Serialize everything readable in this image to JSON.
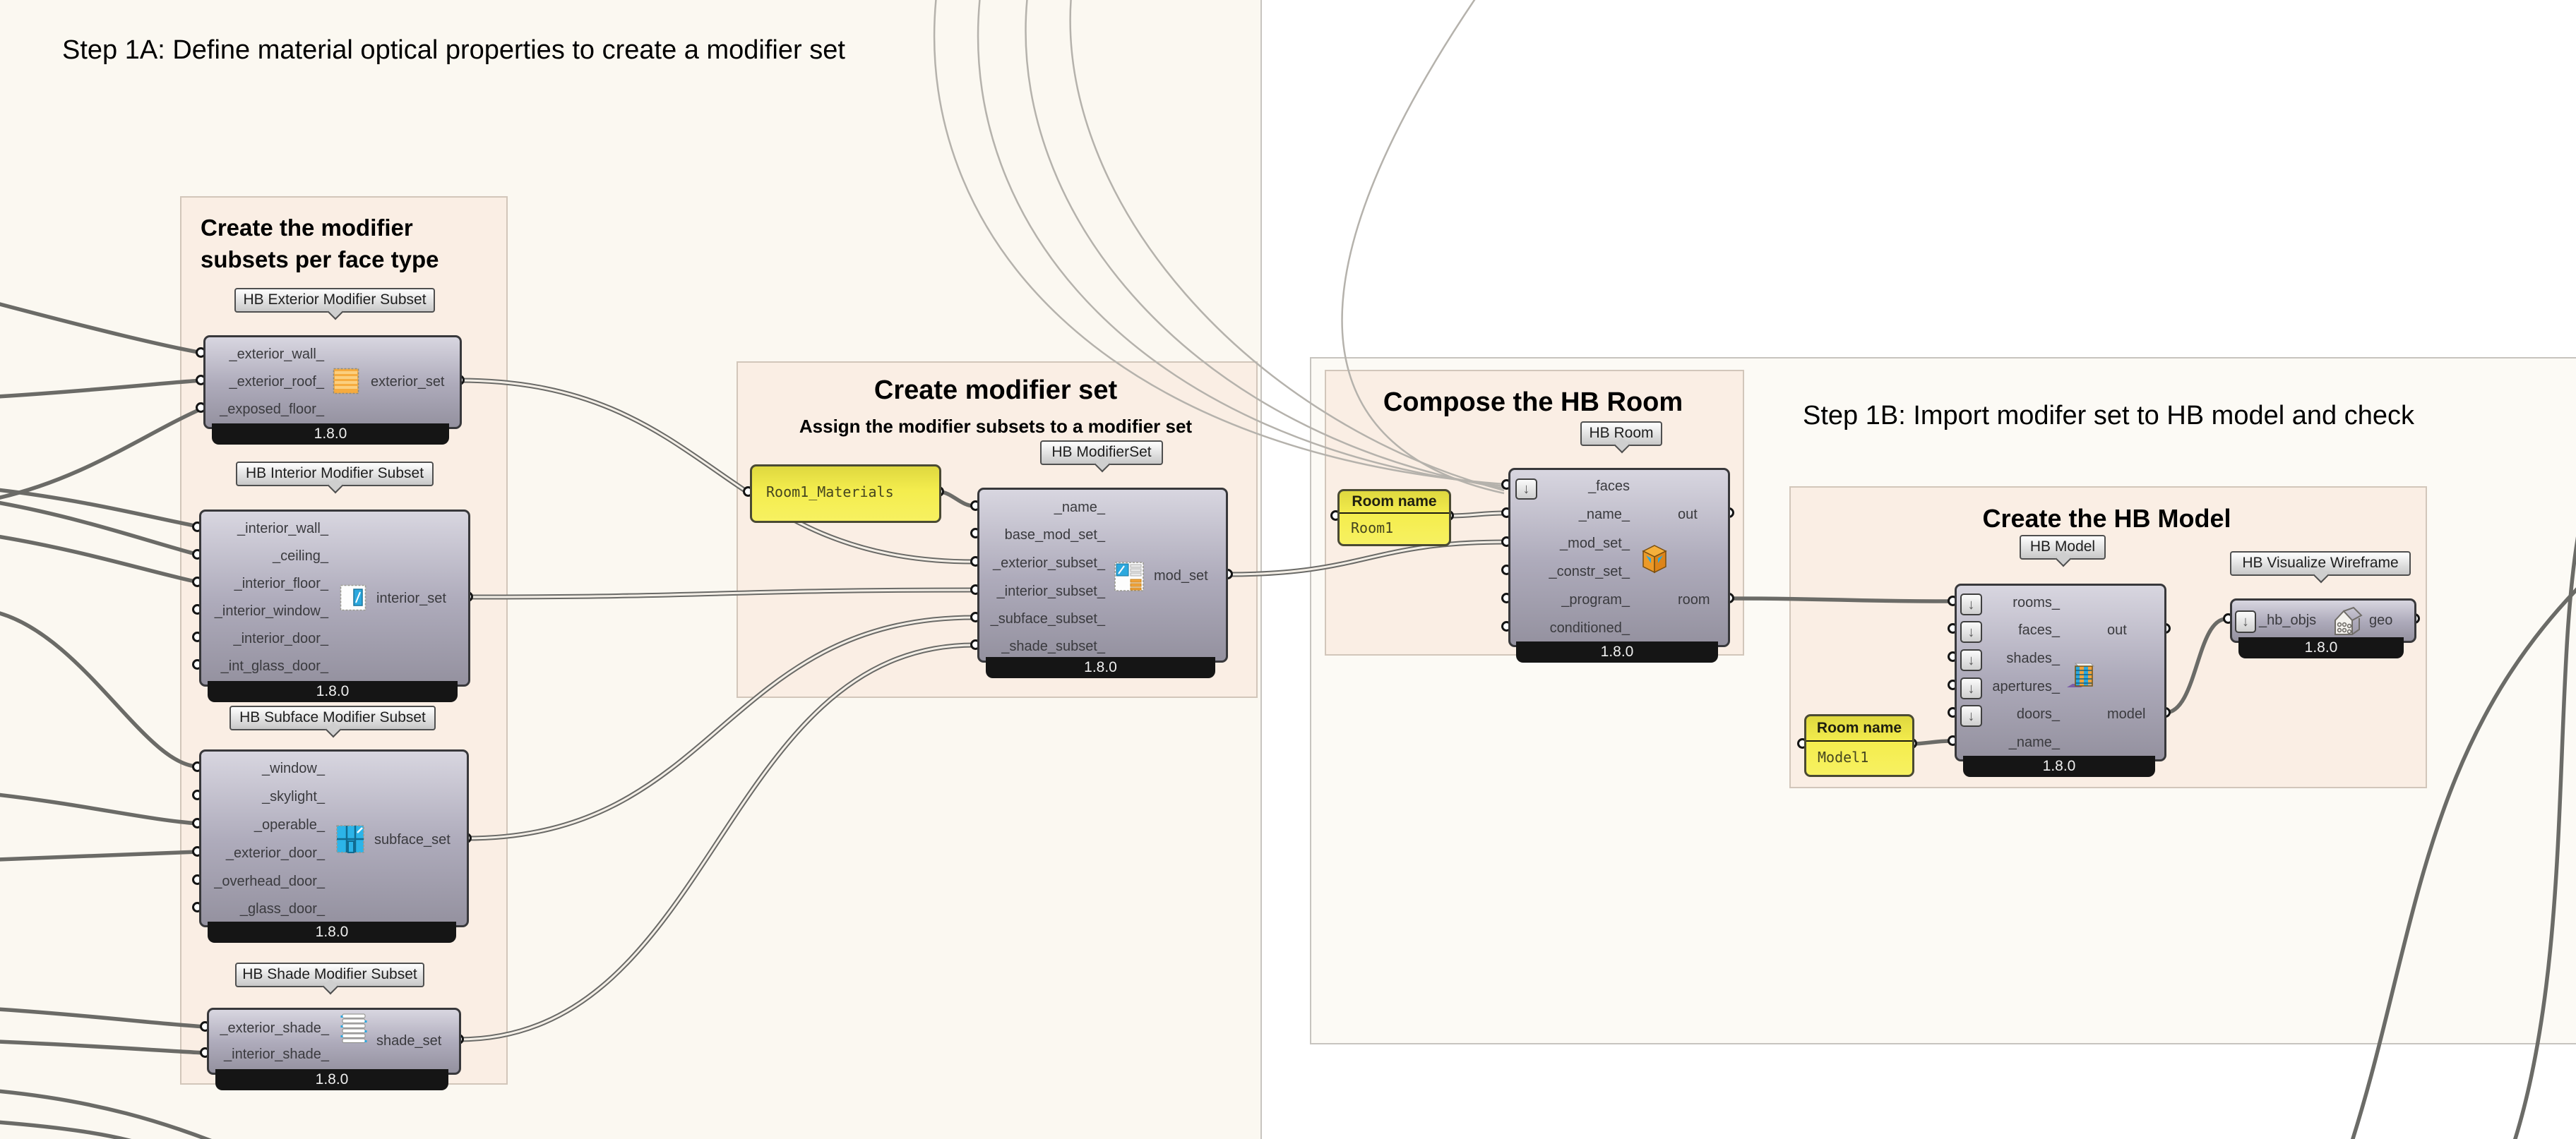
{
  "titles": {
    "step1a": "Step 1A: Define material optical properties to create a modifier set",
    "step1b": "Step 1B: Import modifer set to HB model and check"
  },
  "groups": {
    "subsets": {
      "title": "Create the modifier subsets per face type"
    },
    "modifier_set": {
      "title": "Create modifier set",
      "subtitle": "Assign the modifier subsets to a modifier set"
    },
    "compose_room": {
      "title": "Compose the HB Room"
    },
    "create_model": {
      "title": "Create the HB Model"
    }
  },
  "nodes": {
    "exterior_subset": {
      "tag": "HB Exterior Modifier Subset",
      "inputs": [
        "_exterior_wall_",
        "_exterior_roof_",
        "_exposed_floor_"
      ],
      "output": "exterior_set",
      "version": "1.8.0"
    },
    "interior_subset": {
      "tag": "HB Interior Modifier Subset",
      "inputs": [
        "_interior_wall_",
        "_ceiling_",
        "_interior_floor_",
        "_interior_window_",
        "_interior_door_",
        "_int_glass_door_"
      ],
      "output": "interior_set",
      "version": "1.8.0"
    },
    "subface_subset": {
      "tag": "HB Subface Modifier Subset",
      "inputs": [
        "_window_",
        "_skylight_",
        "_operable_",
        "_exterior_door_",
        "_overhead_door_",
        "_glass_door_"
      ],
      "output": "subface_set",
      "version": "1.8.0"
    },
    "shade_subset": {
      "tag": "HB Shade Modifier Subset",
      "inputs": [
        "_exterior_shade_",
        "_interior_shade_"
      ],
      "output": "shade_set",
      "version": "1.8.0"
    },
    "modifier_set": {
      "tag": "HB ModifierSet",
      "inputs": [
        "_name_",
        "base_mod_set_",
        "_exterior_subset_",
        "_interior_subset_",
        "_subface_subset_",
        "_shade_subset_"
      ],
      "output": "mod_set",
      "version": "1.8.0"
    },
    "hb_room": {
      "tag": "HB Room",
      "inputs": [
        "_faces",
        "_name_",
        "_mod_set_",
        "_constr_set_",
        "_program_",
        "conditioned_"
      ],
      "outputs": [
        "out",
        "room"
      ],
      "version": "1.8.0"
    },
    "hb_model": {
      "tag": "HB Model",
      "inputs": [
        "rooms_",
        "faces_",
        "shades_",
        "apertures_",
        "doors_",
        "_name_"
      ],
      "outputs": [
        "out",
        "model"
      ],
      "version": "1.8.0"
    },
    "wireframe": {
      "tag": "HB Visualize Wireframe",
      "inputs": [
        "_hb_objs"
      ],
      "outputs": [
        "geo"
      ],
      "version": "1.8.0"
    }
  },
  "panels": {
    "room1_materials": {
      "text": "Room1_Materials"
    },
    "room_name": {
      "label": "Room name",
      "value": "Room1"
    },
    "model_name": {
      "label": "Room name",
      "value": "Model1"
    }
  },
  "colors": {
    "group_fill": "#FAEEE4",
    "canvas_left_fill": "#FBF8F1",
    "node_fill": "#ABA8B8",
    "panel_yellow": "#F2EA47",
    "wire_gray": "#6B6B67",
    "accent_orange": "#F2A43C",
    "accent_blue": "#2CA8DE"
  }
}
